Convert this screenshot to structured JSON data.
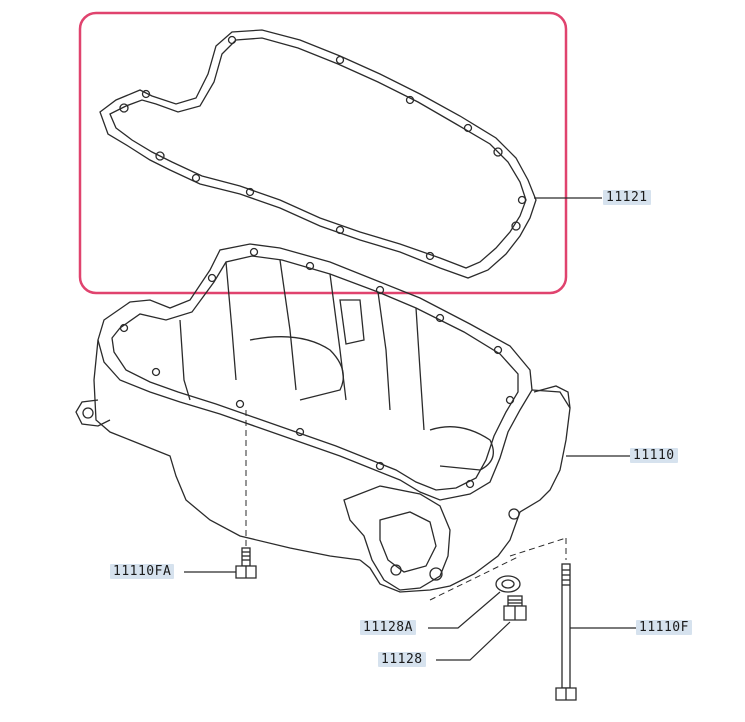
{
  "colors": {
    "highlight": "#e0436e",
    "line": "#2b2b2b",
    "label_bg": "#d6e2ee"
  },
  "parts": {
    "gasket": {
      "label": "11121"
    },
    "oil_pan": {
      "label": "11110"
    },
    "bolt_fa": {
      "label": "11110FA"
    },
    "washer": {
      "label": "11128A"
    },
    "drain_plug": {
      "label": "11128"
    },
    "long_bolt": {
      "label": "11110F"
    }
  }
}
